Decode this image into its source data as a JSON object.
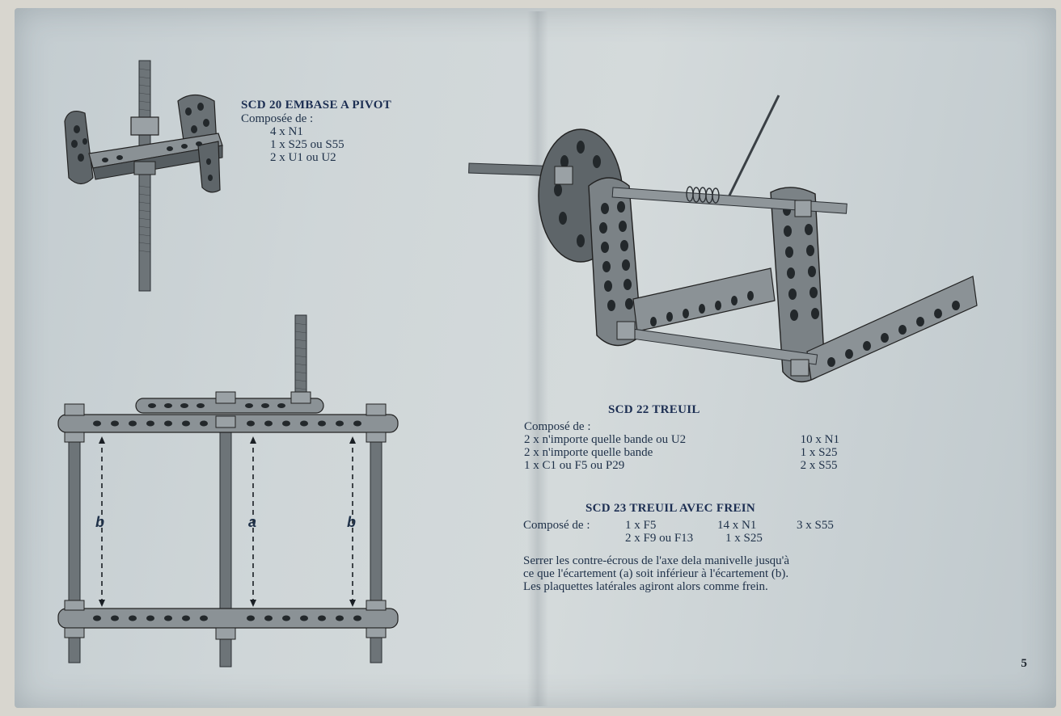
{
  "scd20": {
    "title": "SCD 20 EMBASE A PIVOT",
    "intro": "Composée de :",
    "parts": [
      "4 x N1",
      "1 x S25 ou S55",
      "2 x U1 ou U2"
    ]
  },
  "scd22": {
    "title": "SCD 22 TREUIL",
    "intro": "Composé de :",
    "left_parts": [
      "2 x n'importe quelle bande ou U2",
      "2 x n'importe quelle bande",
      "1 x C1 ou F5 ou P29"
    ],
    "right_parts": [
      "10 x N1",
      "1 x S25",
      "2 x S55"
    ]
  },
  "scd23": {
    "title": "SCD 23 TREUIL AVEC FREIN",
    "intro": "Composé de :",
    "row1": [
      "1 x F5",
      "14 x N1",
      "3 x S55"
    ],
    "row2": [
      "2 x F9 ou F13",
      "1 x S25"
    ],
    "note": [
      "Serrer les contre-écrous de l'axe dela manivelle jusqu'à",
      "ce que l'écartement (a) soit inférieur à l'écartement (b).",
      "Les plaquettes latérales agiront alors comme frein."
    ]
  },
  "diagram_labels": {
    "a": "a",
    "b_left": "b",
    "b_right": "b"
  },
  "page_number": "5"
}
